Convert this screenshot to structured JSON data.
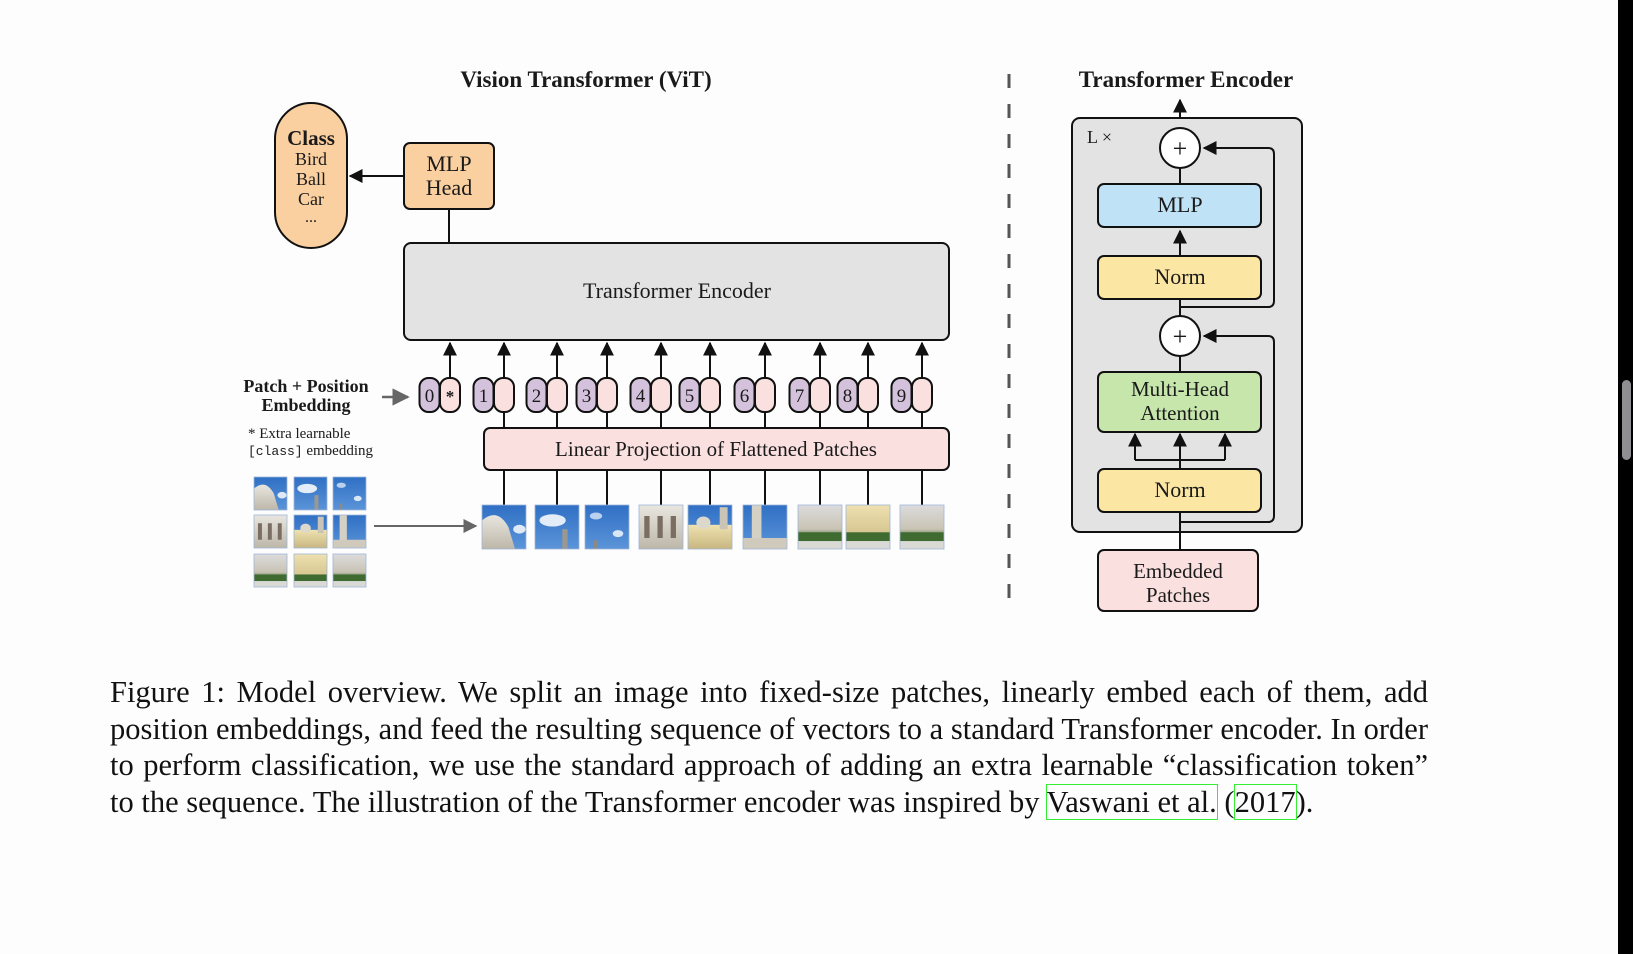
{
  "figure": {
    "vit_title": "Vision Transformer (ViT)",
    "encoder_title": "Transformer Encoder",
    "class_box": {
      "heading": "Class",
      "labels": [
        "Bird",
        "Ball",
        "Car",
        "..."
      ]
    },
    "mlp_head": [
      "MLP",
      "Head"
    ],
    "transformer_encoder_label": "Transformer Encoder",
    "patch_position_label": [
      "Patch + Position",
      "Embedding"
    ],
    "extra_note": {
      "line1": "* Extra learnable",
      "line2_code": "[class]",
      "line2_rest": " embedding"
    },
    "linear_projection_label": "Linear Projection of Flattened Patches",
    "tokens": [
      "0",
      "1",
      "2",
      "3",
      "4",
      "5",
      "6",
      "7",
      "8",
      "9"
    ],
    "class_token_marker": "*",
    "encoder_block": {
      "repeat_label": "L ×",
      "plus_symbol": "+",
      "mlp_label": "MLP",
      "norm_label": "Norm",
      "attention_label": [
        "Multi-Head",
        "Attention"
      ],
      "embedded_patches_label": [
        "Embedded",
        "Patches"
      ]
    },
    "colors": {
      "class_orange": "#fbd0a0",
      "encoder_gray": "#e3e3e3",
      "position_purple": "#d4c2dc",
      "patch_pink": "#fbe0e0",
      "mlp_blue": "#bfe2f6",
      "norm_yellow": "#fbe6a4",
      "attention_green": "#c6e6ac"
    }
  },
  "caption": {
    "text": "Figure 1: Model overview. We split an image into fixed-size patches, linearly embed each of them, add position embeddings, and feed the resulting sequence of vectors to a standard Transformer encoder. In order to perform classification, we use the standard approach of adding an extra learnable “classification token” to the sequence. The illustration of the Transformer encoder was inspired by ",
    "citation_authors": "Vaswani et al.",
    "citation_open": " (",
    "citation_year": "2017",
    "citation_close": ")."
  }
}
